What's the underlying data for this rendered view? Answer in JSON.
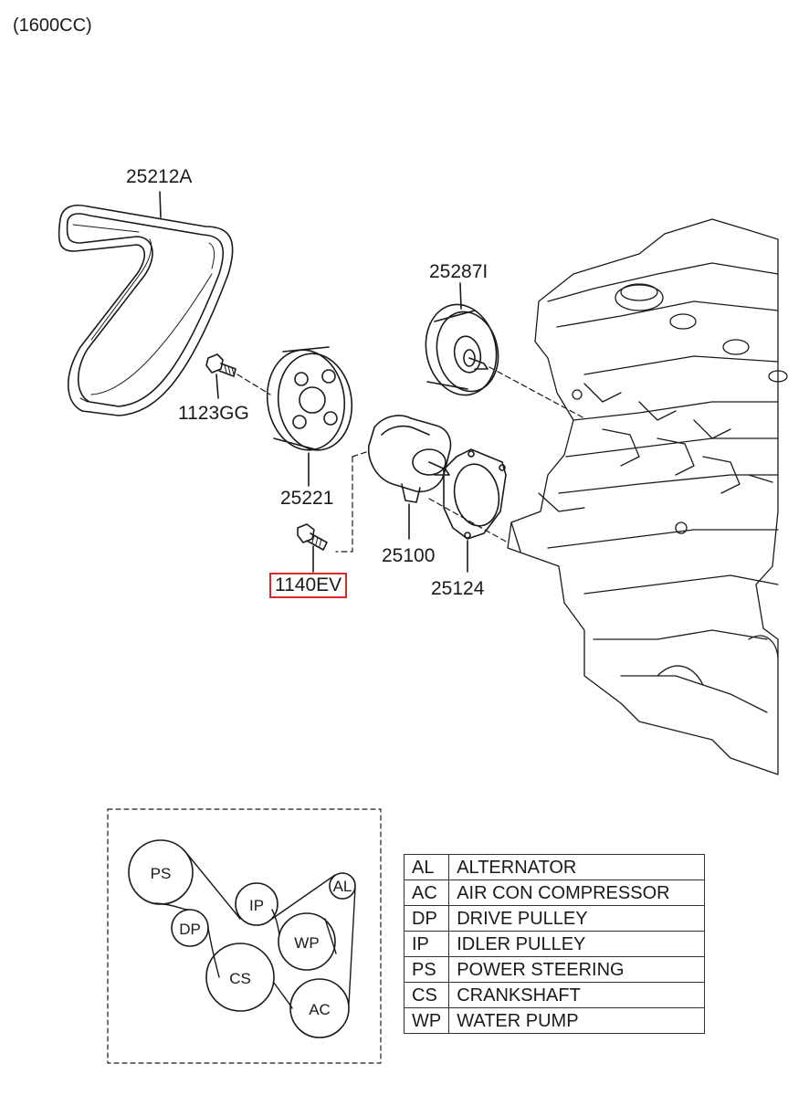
{
  "title": "(1600CC)",
  "parts": {
    "belt": "25212A",
    "tensioner_pulley": "25287I",
    "bolt_small": "1123GG",
    "pulley": "25221",
    "water_pump": "25100",
    "gasket": "25124",
    "bolt_highlighted": "1140EV"
  },
  "colors": {
    "highlight": "#d42a2a",
    "line": "#1a1a1a"
  },
  "routing": {
    "pulleys": [
      "PS",
      "IP",
      "AL",
      "DP",
      "WP",
      "CS",
      "AC"
    ]
  },
  "legend": [
    {
      "code": "AL",
      "name": "ALTERNATOR"
    },
    {
      "code": "AC",
      "name": "AIR CON COMPRESSOR"
    },
    {
      "code": "DP",
      "name": "DRIVE PULLEY"
    },
    {
      "code": "IP",
      "name": "IDLER PULLEY"
    },
    {
      "code": "PS",
      "name": "POWER STEERING"
    },
    {
      "code": "CS",
      "name": "CRANKSHAFT"
    },
    {
      "code": "WP",
      "name": "WATER PUMP"
    }
  ]
}
